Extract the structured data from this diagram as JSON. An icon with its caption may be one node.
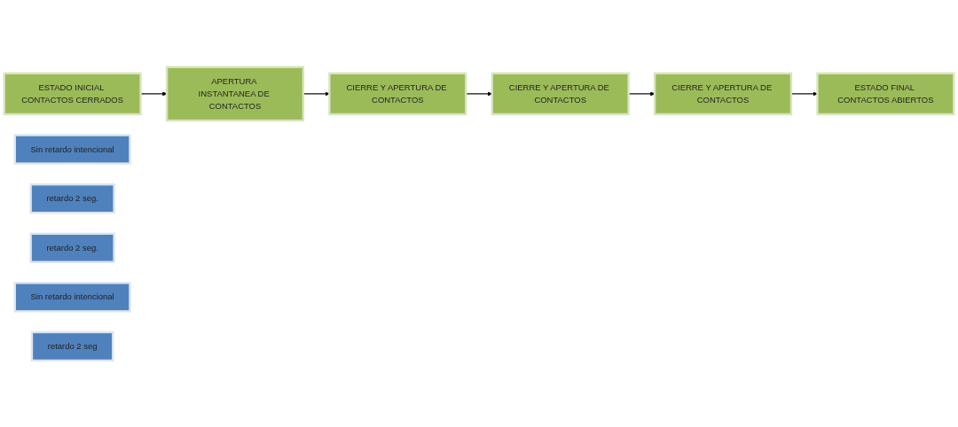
{
  "diagram": {
    "nodes": [
      {
        "text": [
          "ESTADO INICIAL CONTACTOS CERRADOS"
        ]
      },
      {
        "text": [
          "APERTURA INSTANTANEA DE CONTACTOS"
        ]
      },
      {
        "text": [
          "CIERRE Y APERTURA DE CONTACTOS"
        ]
      },
      {
        "text": [
          "Sin retardo intencional"
        ]
      },
      {
        "text": [
          "retardo 2 seg."
        ]
      },
      {
        "text": [
          "retardo 2 seg."
        ]
      },
      {
        "text": [
          "ESTADO FINAL CONTACTOS ABIERTOS"
        ]
      },
      {
        "text": [
          "CIERRE Y APERTURA DE CONTACTOS"
        ]
      },
      {
        "text": [
          "CIERRE Y APERTURA DE CONTACTOS"
        ]
      },
      {
        "text": [
          "Sin retardo intencional"
        ]
      },
      {
        "text": [
          "retardo 2 seg"
        ]
      }
    ],
    "edges": [
      {
        "from": 0,
        "to": 1,
        "arrow": "to"
      },
      {
        "from": 1,
        "to": 2,
        "arrow": "to"
      },
      {
        "from": 2,
        "to": 8,
        "arrow": "to"
      },
      {
        "from": 8,
        "to": 7,
        "arrow": "to"
      },
      {
        "from": 7,
        "to": 6,
        "arrow": "to"
      }
    ]
  }
}
